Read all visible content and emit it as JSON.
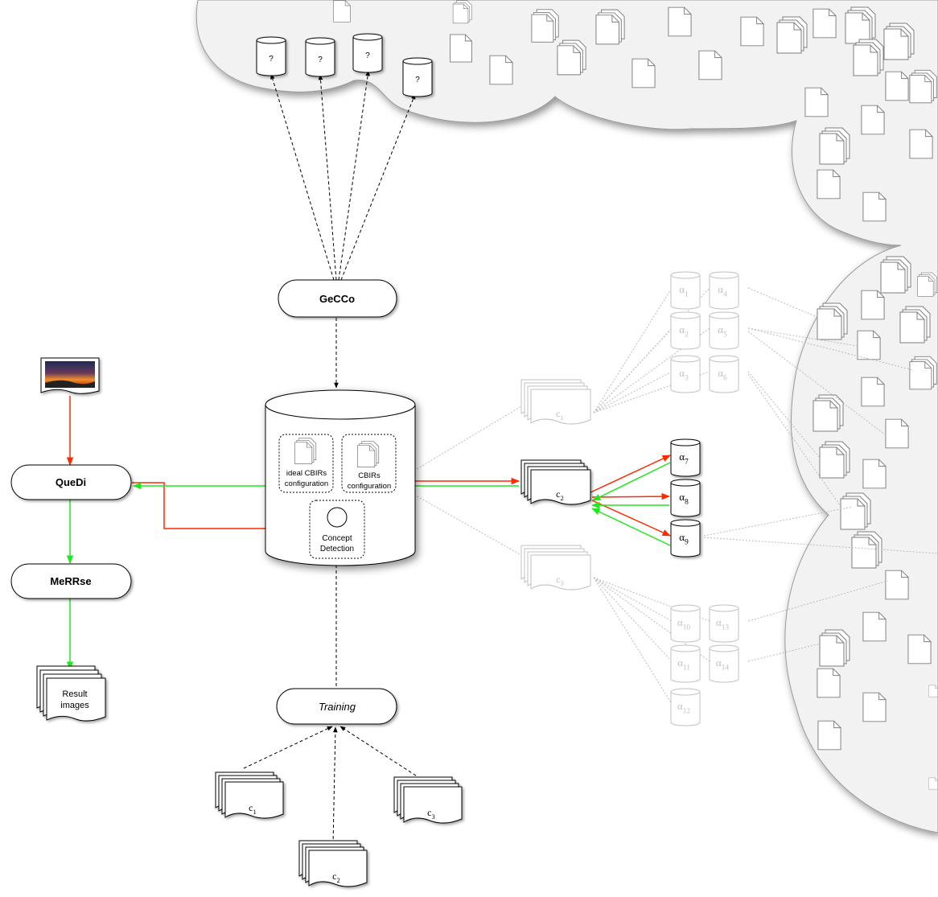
{
  "nodes": {
    "gecco": "GeCCo",
    "quedi": "QueDi",
    "merrse": "MeRRse",
    "training": "Training"
  },
  "repository": {
    "ideal_config": [
      "ideal CBIRs",
      "configuration"
    ],
    "cbirs_config": [
      "CBIRs",
      "configuration"
    ],
    "concept_detection": [
      "Concept",
      "Detection"
    ]
  },
  "result_images": [
    "Result",
    "images"
  ],
  "unknown_db_label": "?",
  "concept_docs": [
    {
      "base": "c",
      "sub": "1",
      "state": "faded"
    },
    {
      "base": "c",
      "sub": "2",
      "state": "active"
    },
    {
      "base": "c",
      "sub": "3",
      "state": "faded"
    }
  ],
  "training_docs": [
    {
      "base": "c",
      "sub": "1"
    },
    {
      "base": "c",
      "sub": "2"
    },
    {
      "base": "c",
      "sub": "3"
    }
  ],
  "alpha_dbs": [
    {
      "base": "α",
      "sub": "1",
      "state": "faded"
    },
    {
      "base": "α",
      "sub": "2",
      "state": "faded"
    },
    {
      "base": "α",
      "sub": "3",
      "state": "faded"
    },
    {
      "base": "α",
      "sub": "4",
      "state": "faded"
    },
    {
      "base": "α",
      "sub": "5",
      "state": "faded"
    },
    {
      "base": "α",
      "sub": "6",
      "state": "faded"
    },
    {
      "base": "α",
      "sub": "7",
      "state": "active"
    },
    {
      "base": "α",
      "sub": "8",
      "state": "active"
    },
    {
      "base": "α",
      "sub": "9",
      "state": "active"
    },
    {
      "base": "α",
      "sub": "10",
      "state": "faded"
    },
    {
      "base": "α",
      "sub": "11",
      "state": "faded"
    },
    {
      "base": "α",
      "sub": "12",
      "state": "faded"
    },
    {
      "base": "α",
      "sub": "13",
      "state": "faded"
    },
    {
      "base": "α",
      "sub": "14",
      "state": "faded"
    }
  ],
  "colors": {
    "query_flow": "#ff2a00",
    "result_flow": "#22e61e",
    "faded": "#c0c0c0",
    "cloud_fill": "#f2f2f2"
  }
}
